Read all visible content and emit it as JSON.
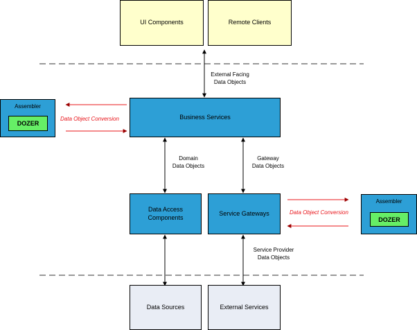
{
  "top_boxes": {
    "ui_components": "UI Components",
    "remote_clients": "Remote Clients"
  },
  "business_services": "Business Services",
  "data_access_components": "Data Access Components",
  "service_gateways": "Service Gateways",
  "bottom_boxes": {
    "data_sources": "Data Sources",
    "external_services": "External Services"
  },
  "assembler_left": {
    "title": "Assembler",
    "dozer": "DOZER"
  },
  "assembler_right": {
    "title": "Assembler",
    "dozer": "DOZER"
  },
  "labels": {
    "external_facing": "External Facing\nData Objects",
    "domain": "Domain\nData Objects",
    "gateway": "Gateway\nData Objects",
    "service_provider": "Service Provider\nData Objects"
  },
  "conversion_left": "Data Object Conversion",
  "conversion_right": "Data Object Conversion",
  "colors": {
    "blue_box": "#2d9fd6",
    "yellow_box": "#ffffcc",
    "grey_box": "#e9edf5",
    "dozer_green": "#66ee66",
    "conversion_red": "#e8141a"
  }
}
